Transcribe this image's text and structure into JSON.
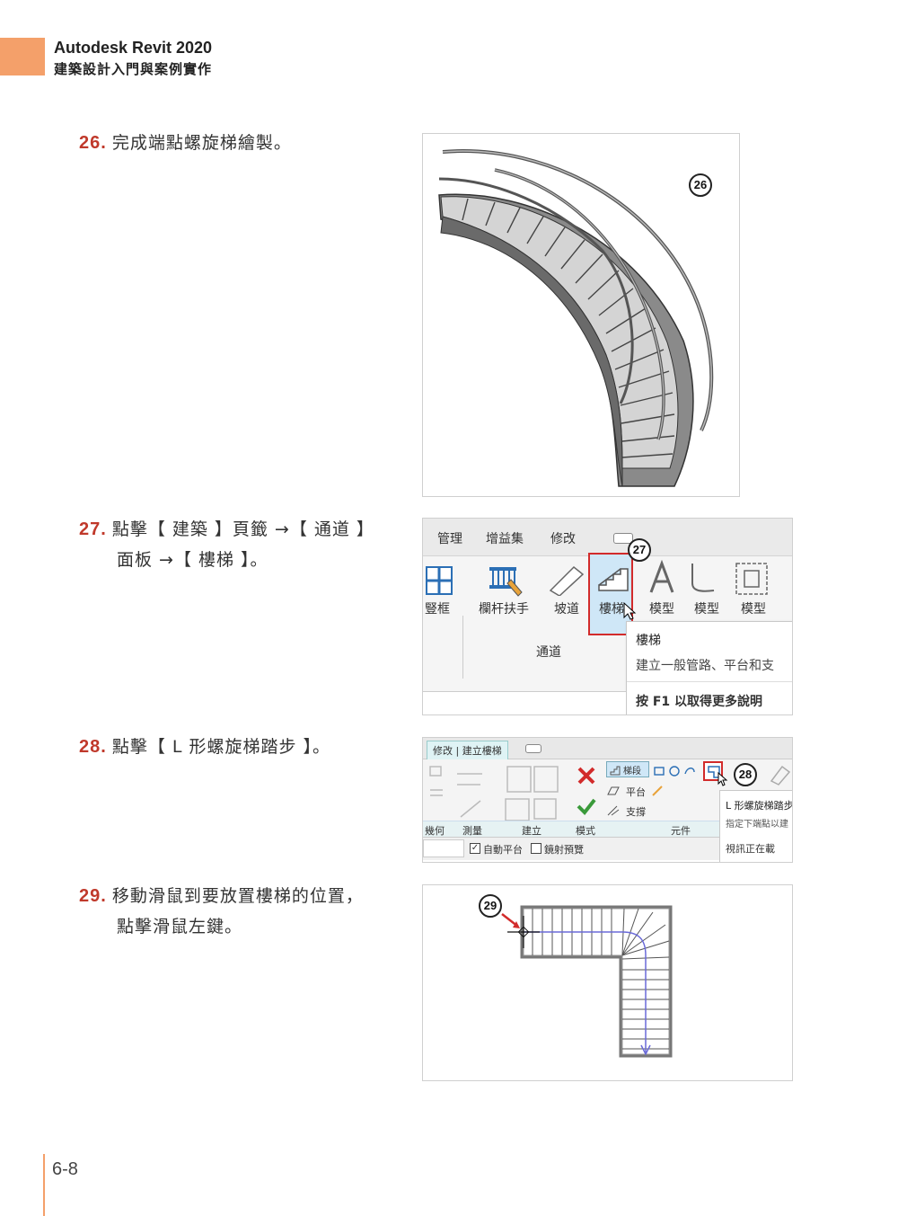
{
  "header": {
    "book_title": "Autodesk Revit 2020",
    "book_subtitle": "建築設計入門與案例實作"
  },
  "steps": [
    {
      "number": "26.",
      "text": "完成端點螺旋梯繪製。"
    },
    {
      "number": "27.",
      "line1": "點擊【 建築 】頁籤 →【 通道 】",
      "line2": "面板 →【 樓梯 】。"
    },
    {
      "number": "28.",
      "text": "點擊【 L 形螺旋梯踏步 】。"
    },
    {
      "number": "29.",
      "line1": "移動滑鼠到要放置樓梯的位置，",
      "line2": "點擊滑鼠左鍵。"
    }
  ],
  "figure26": {
    "badge": "26"
  },
  "figure27": {
    "badge": "27",
    "tabs": [
      "管理",
      "增益集",
      "修改"
    ],
    "buttons": [
      "豎框",
      "欄杆扶手",
      "坡道",
      "樓梯",
      "模型",
      "模型",
      "模型"
    ],
    "panel_label": "通道",
    "tooltip": {
      "title": "樓梯",
      "description": "建立一般管路、平台和支",
      "help": "按 F1 以取得更多說明"
    },
    "highlight_color": "#d22b2b"
  },
  "figure28": {
    "badge": "28",
    "context_tab": "修改 | 建立樓梯",
    "tools": [
      "梯段",
      "平台",
      "支撐"
    ],
    "panel_labels": [
      "幾何",
      "測量",
      "建立",
      "模式",
      "元件"
    ],
    "tooltip": {
      "title": "L 形螺旋梯踏步",
      "description": "指定下端點以建",
      "footer": "視訊正在載"
    },
    "options": [
      "自動平台",
      "鏡射預覽"
    ]
  },
  "figure29": {
    "badge": "29",
    "arrow_color": "#d22b2b",
    "path_color": "#6a6ad8"
  },
  "footer": {
    "page_number": "6-8"
  },
  "colors": {
    "accent": "#f4a06a",
    "step_number": "#c0392b"
  }
}
